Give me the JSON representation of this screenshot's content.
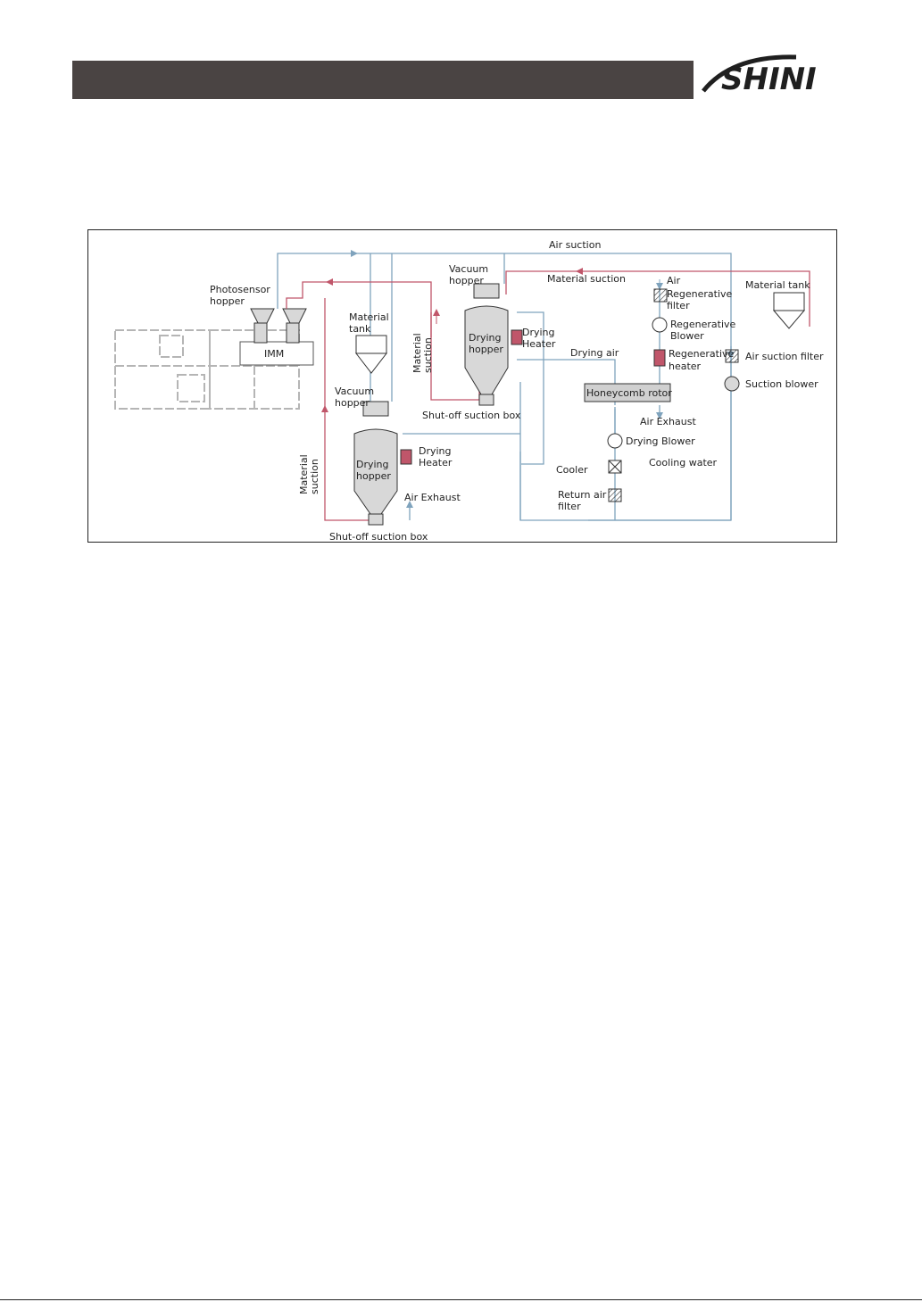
{
  "brand": {
    "logo_text": "SHINI"
  },
  "diagram": {
    "labels": {
      "air_suction": "Air suction",
      "material_suction_top": "Material suction",
      "material_tank_right": "Material tank",
      "photosensor_hopper_1": "Photosensor",
      "photosensor_hopper_2": "hopper",
      "imm": "IMM",
      "material_tank_mid_1": "Material",
      "material_tank_mid_2": "tank",
      "material_suction_mid_1": "Material",
      "material_suction_mid_2": "suction",
      "vacuum_hopper_top_1": "Vacuum",
      "vacuum_hopper_top_2": "hopper",
      "drying_hopper_top_1": "Drying",
      "drying_hopper_top_2": "hopper",
      "drying_heater_top_1": "Drying",
      "drying_heater_top_2": "Heater",
      "shutoff_top": "Shut-off suction box",
      "drying_air": "Drying air",
      "air_regen_filter_1": "Air",
      "air_regen_filter_2": "Regenerative",
      "air_regen_filter_3": "filter",
      "regen_blower_1": "Regenerative",
      "regen_blower_2": "Blower",
      "regen_heater_1": "Regenerative",
      "regen_heater_2": "heater",
      "air_suction_filter": "Air suction filter",
      "suction_blower": "Suction blower",
      "honeycomb_rotor": "Honeycomb rotor",
      "air_exhaust_right": "Air Exhaust",
      "drying_blower": "Drying Blower",
      "cooler": "Cooler",
      "cooling_water": "Cooling water",
      "return_air_filter_1": "Return air",
      "return_air_filter_2": "filter",
      "vacuum_hopper_bottom_1": "Vacuum",
      "vacuum_hopper_bottom_2": "hopper",
      "drying_hopper_bottom_1": "Drying",
      "drying_hopper_bottom_2": "hopper",
      "drying_heater_bottom_1": "Drying",
      "drying_heater_bottom_2": "Heater",
      "air_exhaust_bottom": "Air Exhaust",
      "material_suction_left_1": "Material",
      "material_suction_left_2": "suction",
      "shutoff_bottom": "Shut-off suction box"
    },
    "colors": {
      "air_line": "#7fa3bd",
      "material_line": "#c0566a",
      "heater_fill": "#c0566a",
      "machine_outline": "#b5b5b5",
      "hopper_fill": "#d8d8d8",
      "rotor_fill": "#d0d0d0"
    }
  }
}
